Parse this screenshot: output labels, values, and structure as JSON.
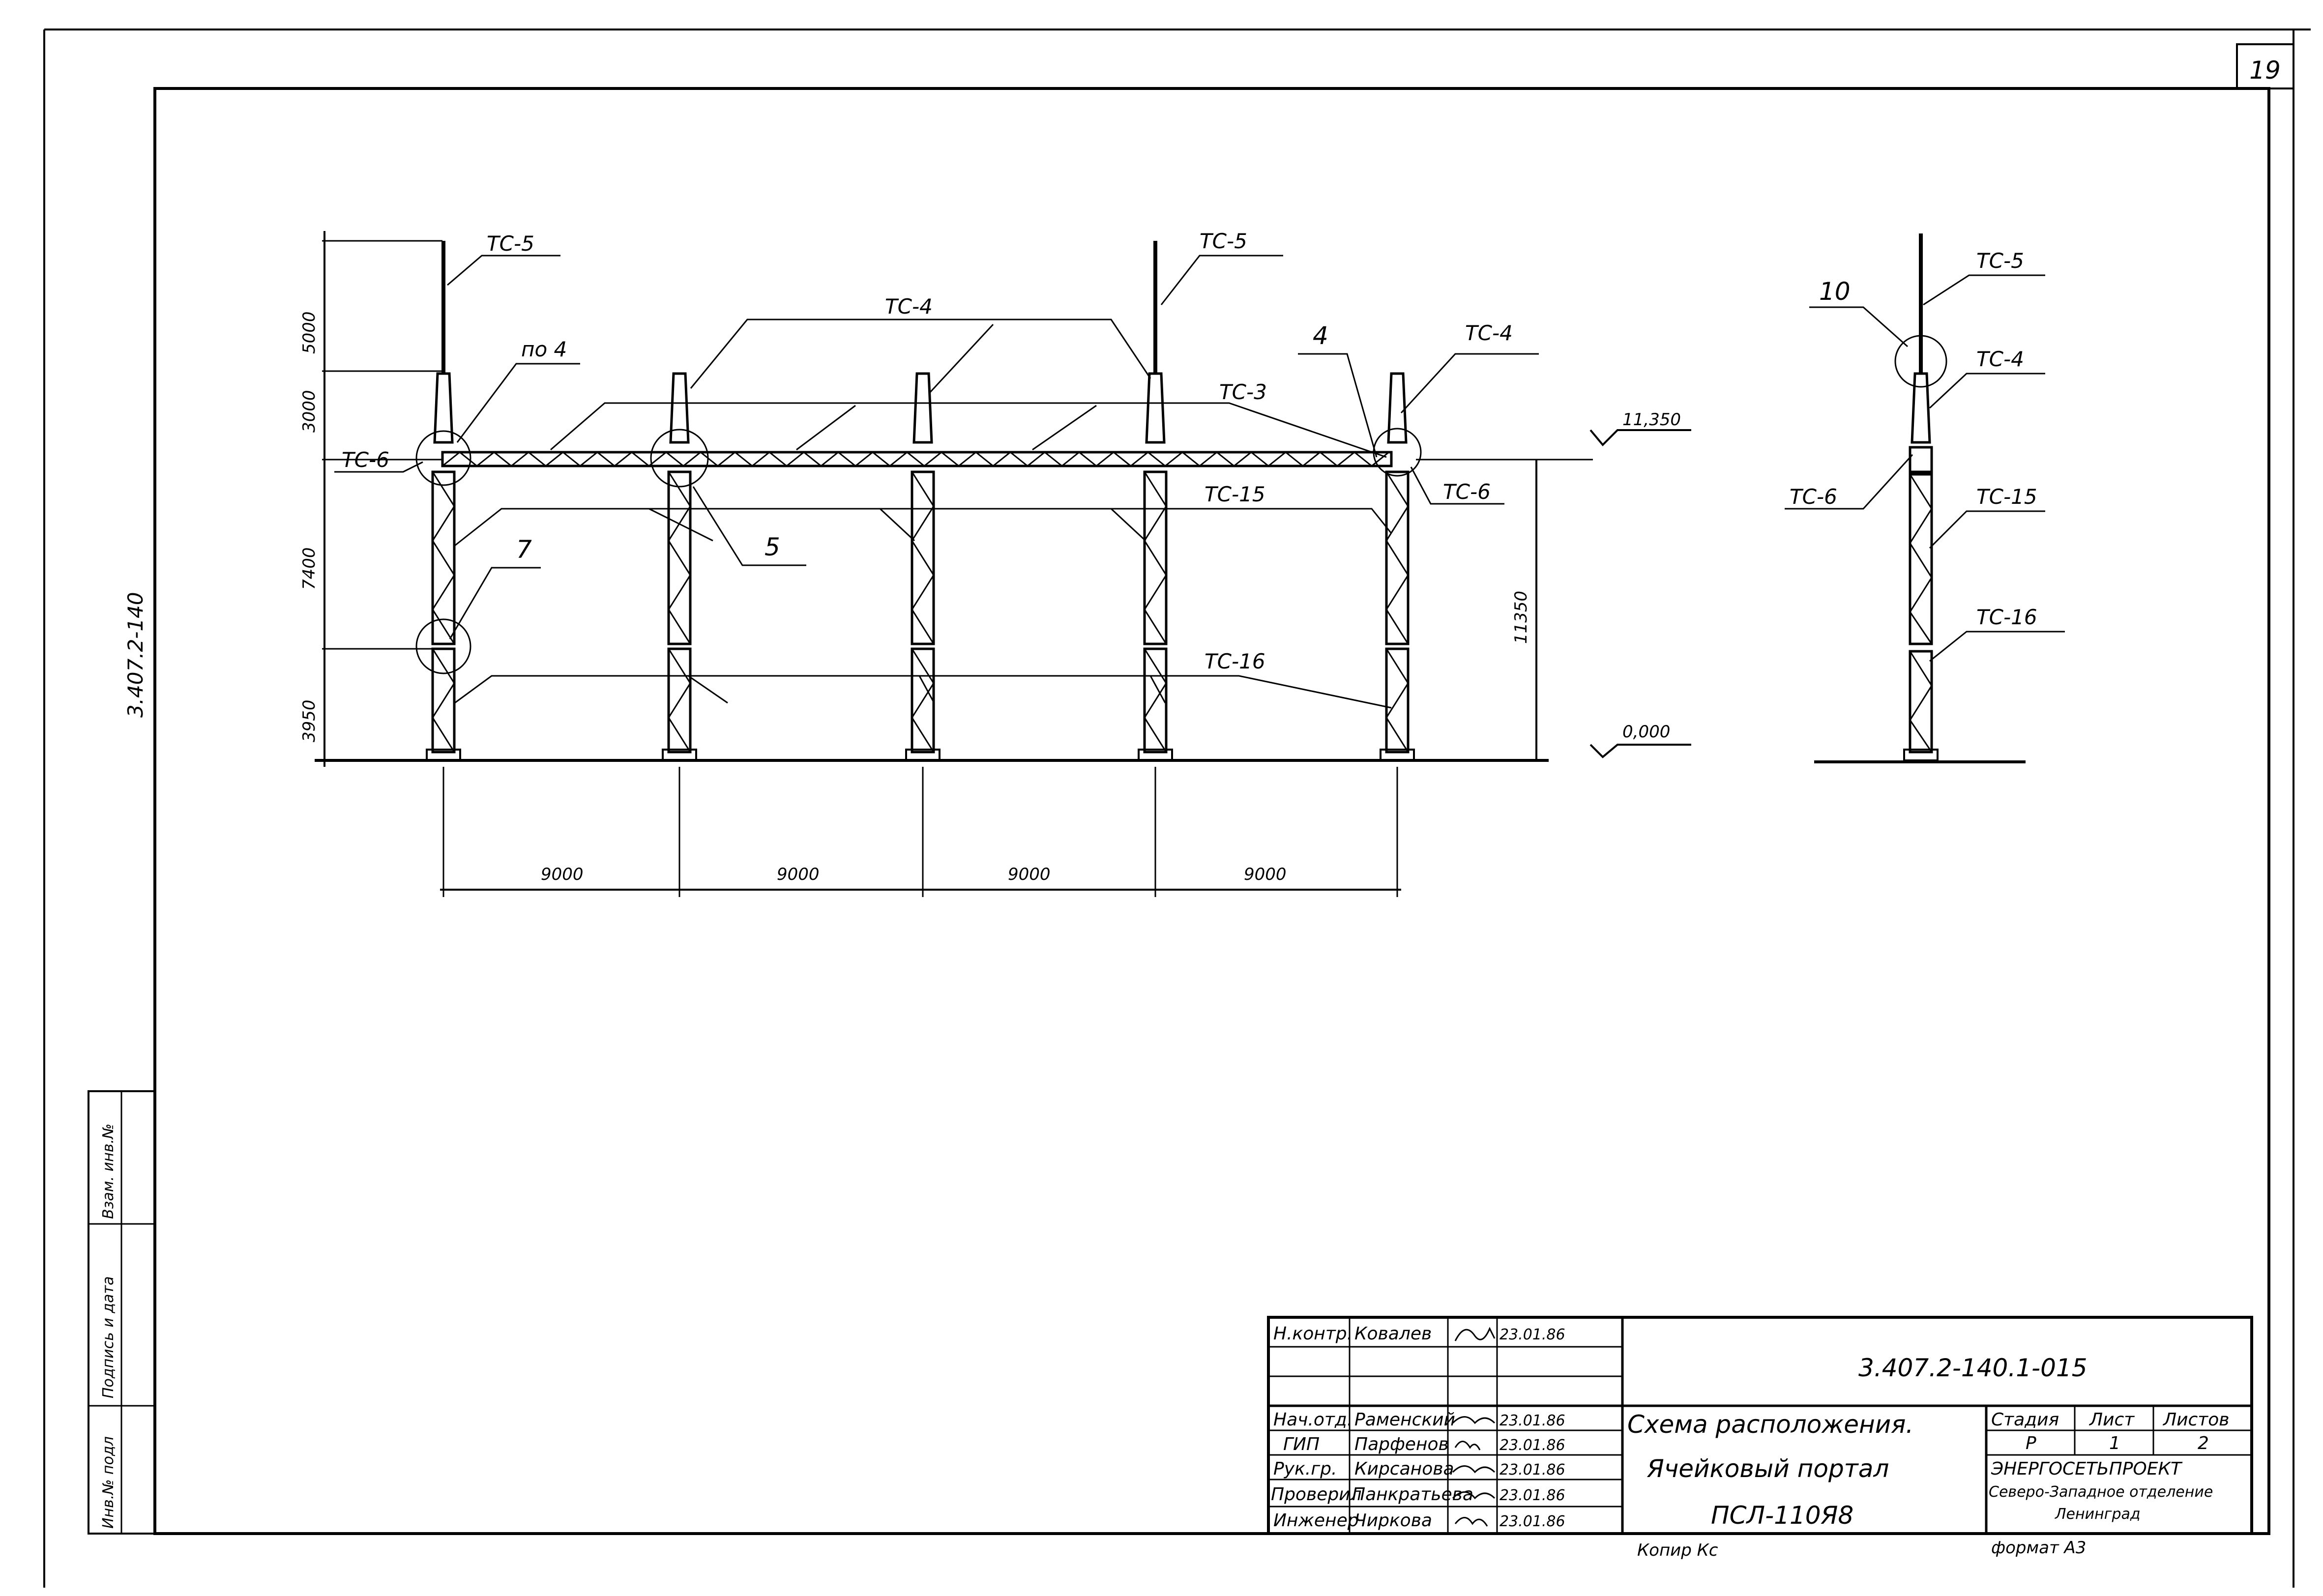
{
  "sheet": {
    "page_number": "19",
    "side_code": "3.407.2-140",
    "copied": "Копир Кс",
    "format": "формат А3"
  },
  "front_view": {
    "member_labels": {
      "tc5_left": "ТС-5",
      "tc5_mid": "ТС-5",
      "tc4_top": "ТС-4",
      "tc4_right": "ТС-4",
      "tc3": "ТС-3",
      "tc6_left": "ТС-6",
      "tc6_right": "ТС-6",
      "tc15": "ТС-15",
      "tc16": "ТС-16",
      "po4": "по 4",
      "node4": "4",
      "node5": "5",
      "node7": "7"
    },
    "heights": [
      "5000",
      "3000",
      "7400",
      "3950"
    ],
    "total_height": "11350",
    "elev_top": "11,350",
    "elev_ground": "0,000",
    "spans": [
      "9000",
      "9000",
      "9000",
      "9000"
    ]
  },
  "side_view": {
    "labels": {
      "node10": "10",
      "tc5": "ТС-5",
      "tc4": "ТС-4",
      "tc6": "ТС-6",
      "tc15": "ТС-15",
      "tc16": "ТС-16"
    }
  },
  "left_strip": {
    "cells": [
      "Взам. инв.№",
      "Подпись и дата",
      "Инв.№ подл"
    ]
  },
  "title_block": {
    "doc_code": "3.407.2-140.1-015",
    "rows": [
      {
        "role": "Н.контр.",
        "name": "Ковалев",
        "date": "23.01.86"
      },
      {
        "role": "",
        "name": "",
        "date": ""
      },
      {
        "role": "",
        "name": "",
        "date": ""
      },
      {
        "role": "Нач.отд.",
        "name": "Раменский",
        "date": "23.01.86"
      },
      {
        "role": "ГИП",
        "name": "Парфенов",
        "date": "23.01.86"
      },
      {
        "role": "Рук.гр.",
        "name": "Кирсанова",
        "date": "23.01.86"
      },
      {
        "role": "Проверил",
        "name": "Панкратьева",
        "date": "23.01.86"
      },
      {
        "role": "Инженер",
        "name": "Чиркова",
        "date": "23.01.86"
      }
    ],
    "title_line1": "Схема расположения.",
    "title_line2": "Ячейковый портал",
    "title_line3": "ПСЛ-110Я8",
    "stage_header": "Стадия",
    "sheet_header": "Лист",
    "sheets_header": "Листов",
    "stage": "Р",
    "sheet_no": "1",
    "sheets_total": "2",
    "org1": "ЭНЕРГОСЕТЬПРОЕКТ",
    "org2": "Северо-Западное отделение",
    "org3": "Ленинград"
  }
}
